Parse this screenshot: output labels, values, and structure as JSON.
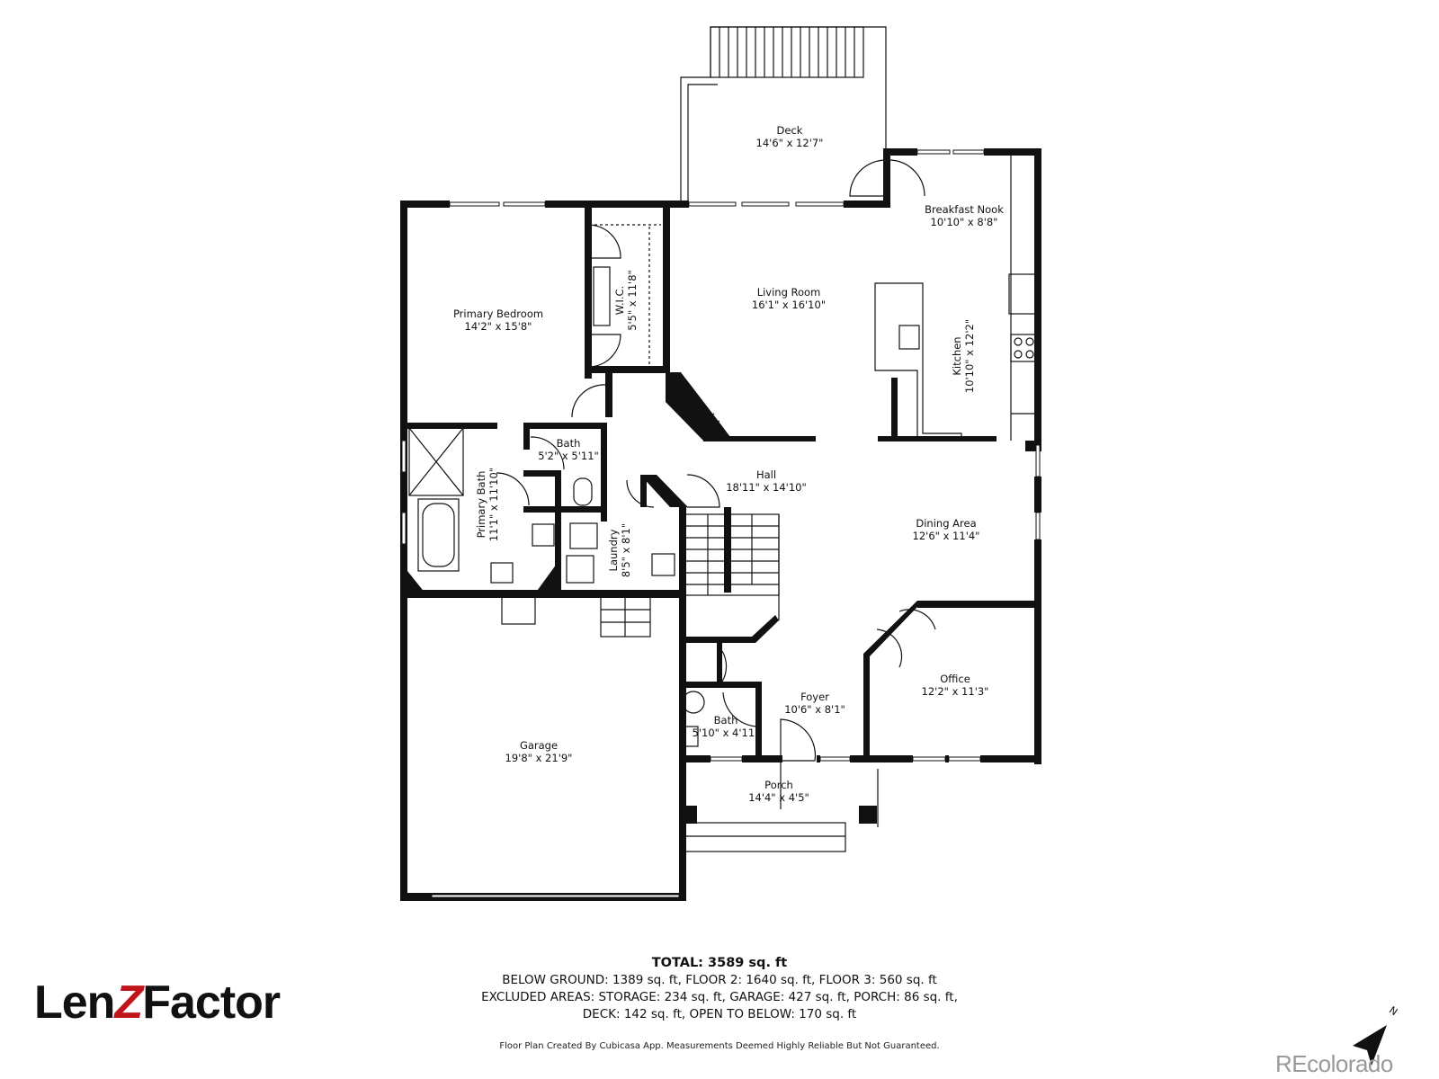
{
  "rooms": [
    {
      "id": "deck",
      "name": "Deck",
      "dims": "14'6\" x 12'7\""
    },
    {
      "id": "breakfast-nook",
      "name": "Breakfast Nook",
      "dims": "10'10\" x 8'8\""
    },
    {
      "id": "primary-bedroom",
      "name": "Primary Bedroom",
      "dims": "14'2\" x 15'8\""
    },
    {
      "id": "wic",
      "name": "W.I.C.",
      "dims": "5'5\" x 11'8\""
    },
    {
      "id": "living-room",
      "name": "Living Room",
      "dims": "16'1\" x 16'10\""
    },
    {
      "id": "kitchen",
      "name": "Kitchen",
      "dims": "10'10\" x 12'2\""
    },
    {
      "id": "bath-upper",
      "name": "Bath",
      "dims": "5'2\" x 5'11\""
    },
    {
      "id": "primary-bath",
      "name": "Primary Bath",
      "dims": "11'1\" x 11'10\""
    },
    {
      "id": "hall",
      "name": "Hall",
      "dims": "18'11\" x 14'10\""
    },
    {
      "id": "laundry",
      "name": "Laundry",
      "dims": "8'5\" x 8'1\""
    },
    {
      "id": "dining-area",
      "name": "Dining Area",
      "dims": "12'6\" x 11'4\""
    },
    {
      "id": "office",
      "name": "Office",
      "dims": "12'2\" x 11'3\""
    },
    {
      "id": "foyer",
      "name": "Foyer",
      "dims": "10'6\" x 8'1\""
    },
    {
      "id": "bath-lower",
      "name": "Bath",
      "dims": "5'10\" x 4'11\""
    },
    {
      "id": "garage",
      "name": "Garage",
      "dims": "19'8\" x 21'9\""
    },
    {
      "id": "porch",
      "name": "Porch",
      "dims": "14'4\" x 4'5\""
    }
  ],
  "summary": {
    "total": "TOTAL: 3589 sq. ft",
    "line1": "BELOW GROUND: 1389 sq. ft, FLOOR 2: 1640 sq. ft, FLOOR 3: 560 sq. ft",
    "line2": "EXCLUDED AREAS: STORAGE: 234 sq. ft, GARAGE: 427 sq. ft, PORCH: 86 sq. ft,",
    "line3": "DECK: 142 sq. ft, OPEN TO BELOW: 170 sq. ft"
  },
  "footnote": "Floor Plan Created By Cubicasa App. Measurements Deemed Highly Reliable But Not Guaranteed.",
  "branding": {
    "logo_part1": "Len",
    "logo_z": "Z",
    "logo_part2": "Factor",
    "watermark": "REcolorado",
    "logo_accent_color": "#c0151b"
  },
  "compass": {
    "label": "N"
  }
}
